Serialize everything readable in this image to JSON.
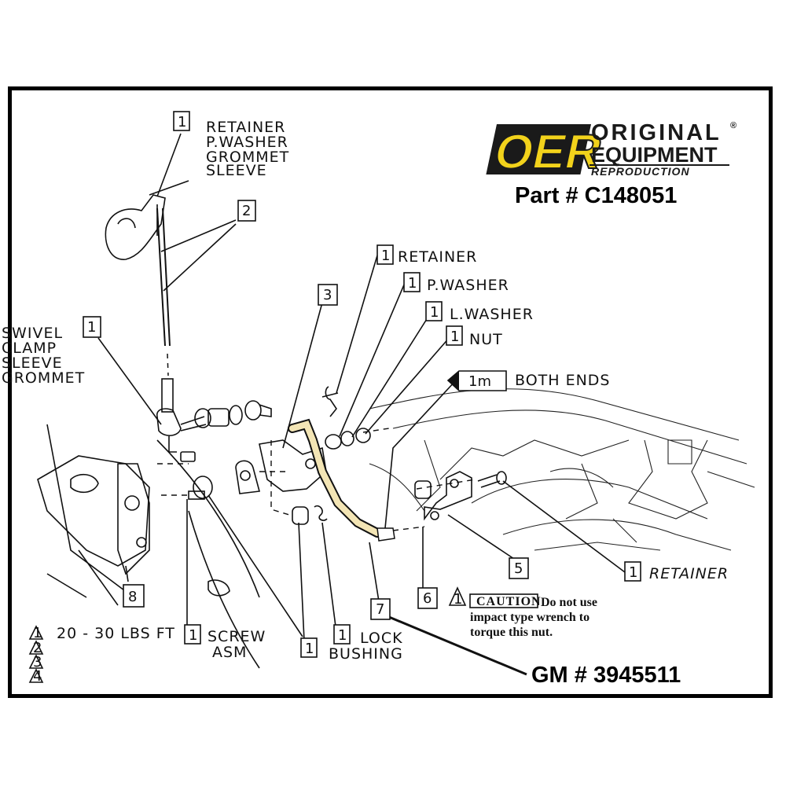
{
  "logo": {
    "mark": "OER",
    "line1": "ORIGINAL",
    "line2": "EQUIPMENT",
    "line3": "REPRODUCTION",
    "registered": "®",
    "colors": {
      "mark_yellow": "#f2d21b",
      "mark_dark": "#1a1a1a"
    }
  },
  "part_number": "Part # C148051",
  "gm_number": "GM # 3945511",
  "callouts": {
    "top_qty": "1",
    "top_lines": [
      "RETAINER",
      "P.WASHER",
      "GROMMET",
      "SLEEVE"
    ],
    "rod_num": "2",
    "left_qty": "1",
    "left_lines": [
      "SWIVEL",
      "CLAMP",
      "SLEEVE",
      "GROMMET"
    ],
    "item3": "3",
    "retainer_qty": "1",
    "retainer": "RETAINER",
    "pwasher_qty": "1",
    "pwasher": "P.WASHER",
    "lwasher_qty": "1",
    "lwasher": "L.WASHER",
    "nut_qty": "1",
    "nut": "NUT",
    "bothends_tag": "1m",
    "bothends": "BOTH ENDS",
    "item5": "5",
    "retainer2_qty": "1",
    "retainer2": "RETAINER",
    "item6": "6",
    "item6_qty": "1",
    "caution_tag": "CAUTION",
    "caution_text": [
      "Do not use",
      "impact type wrench to",
      "torque this nut."
    ],
    "item7": "7",
    "item8": "8",
    "screw_qty": "1",
    "screw": [
      "SCREW",
      "ASM"
    ],
    "lock_qty": "1",
    "lock": "LOCK",
    "bushing_qty": "1",
    "bushing": "BUSHING"
  },
  "torque_legend": {
    "items": [
      {
        "marker": "1",
        "text": "20 - 30   LBS FT"
      },
      {
        "marker": "2",
        "text": ""
      },
      {
        "marker": "3",
        "text": ""
      },
      {
        "marker": "4",
        "text": ""
      }
    ]
  }
}
